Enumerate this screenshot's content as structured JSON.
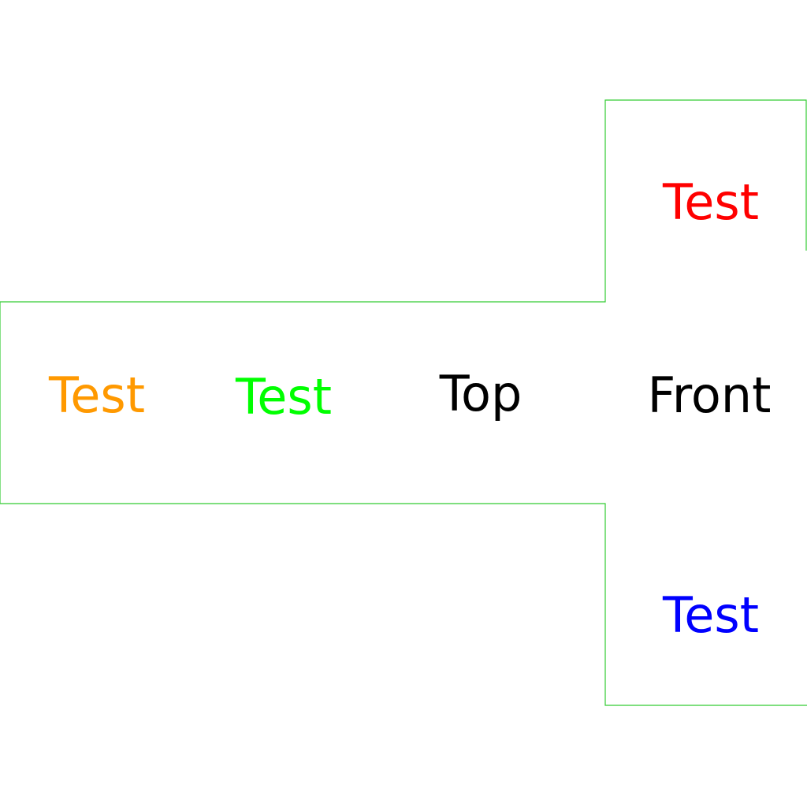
{
  "faces": {
    "top_right": {
      "label": "Test",
      "color": "#ff0000"
    },
    "left": {
      "label": "Test",
      "color": "#ff9900"
    },
    "middle_left": {
      "label": "Test",
      "color": "#00ff00"
    },
    "middle": {
      "label": "Top",
      "color": "#000000"
    },
    "front": {
      "label": "Front",
      "color": "#000000"
    },
    "bottom_right": {
      "label": "Test",
      "color": "#0000ff"
    }
  },
  "outline_color": "#33cc33"
}
